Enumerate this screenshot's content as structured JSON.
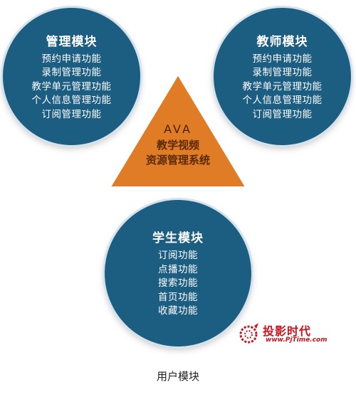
{
  "management": {
    "title": "管理模块",
    "items": [
      "预约申请功能",
      "录制管理功能",
      "教学单元管理功能",
      "个人信息管理功能",
      "订阅管理功能"
    ]
  },
  "teacher": {
    "title": "教师模块",
    "items": [
      "预约申请功能",
      "录制管理功能",
      "教学单元管理功能",
      "个人信息管理功能",
      "订阅管理功能"
    ]
  },
  "center": {
    "line1": "AVA",
    "line2": "教学视频",
    "line3": "资源管理系统"
  },
  "student": {
    "title": "学生模块",
    "items": [
      "订阅功能",
      "点播功能",
      "搜索功能",
      "首页功能",
      "收藏功能"
    ]
  },
  "logo": {
    "text": "投影时代",
    "url": "www.PjTime.com"
  },
  "caption": "用户模块",
  "colors": {
    "circle": "#1c5d82",
    "triangle": "#e07b26",
    "logo": "#c8131c"
  }
}
